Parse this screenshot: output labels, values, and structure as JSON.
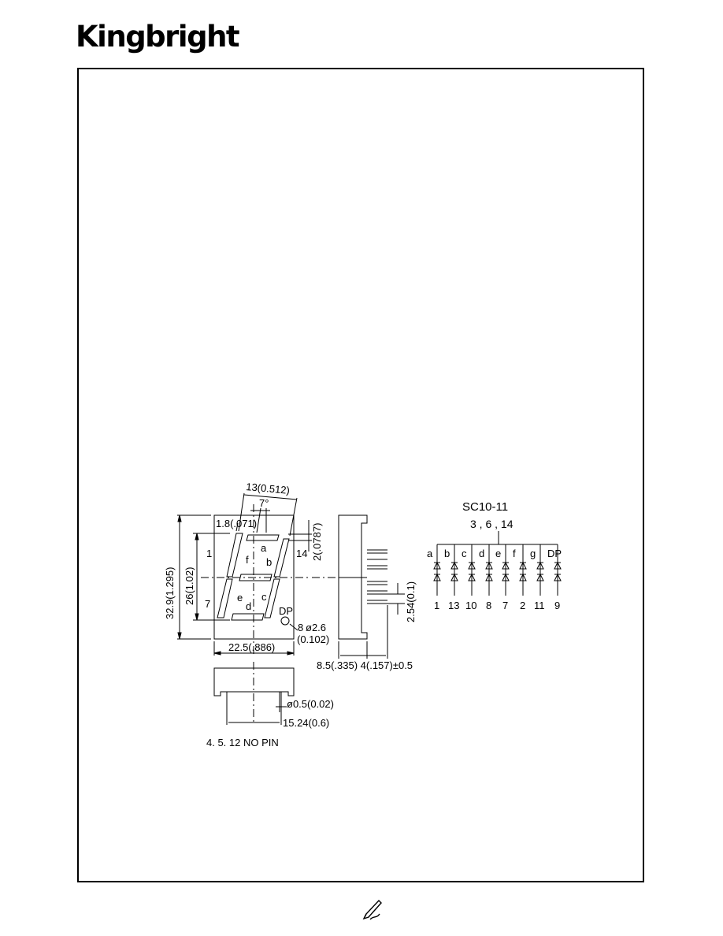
{
  "brand": "Kingbright",
  "part_name": "SC10-11",
  "common_pins": "3 , 6 , 14",
  "segments": [
    "a",
    "b",
    "c",
    "d",
    "e",
    "f",
    "g",
    "DP"
  ],
  "segment_pins": [
    "1",
    "13",
    "10",
    "8",
    "7",
    "2",
    "11",
    "9"
  ],
  "front_labels": {
    "seg_a": "a",
    "seg_b": "b",
    "seg_c": "c",
    "seg_d": "d",
    "seg_e": "e",
    "seg_f": "f",
    "dp": "DP",
    "pin_1": "1",
    "pin_7": "7",
    "pin_8": "8",
    "pin_14": "14"
  },
  "dimensions": {
    "top_width": "13(0.512)",
    "tilt": "7°",
    "seg_width": "1.8(.071)",
    "seg_gap": "2(.0787)",
    "total_height": "32.9(1.295)",
    "digit_height": "26(1.02)",
    "body_width": "22.5(.886)",
    "dp_dia": "ø2.6",
    "dp_dia_in": "(0.102)",
    "pin_pitch": "2.54(0.1)",
    "side_depth": "8.5(.335) 4(.157)±0.5",
    "pin_dia": "ø0.5(0.02)",
    "row_spacing": "15.24(0.6)"
  },
  "note": "4. 5. 12 NO PIN",
  "footer_icon": "pen-hand-icon"
}
